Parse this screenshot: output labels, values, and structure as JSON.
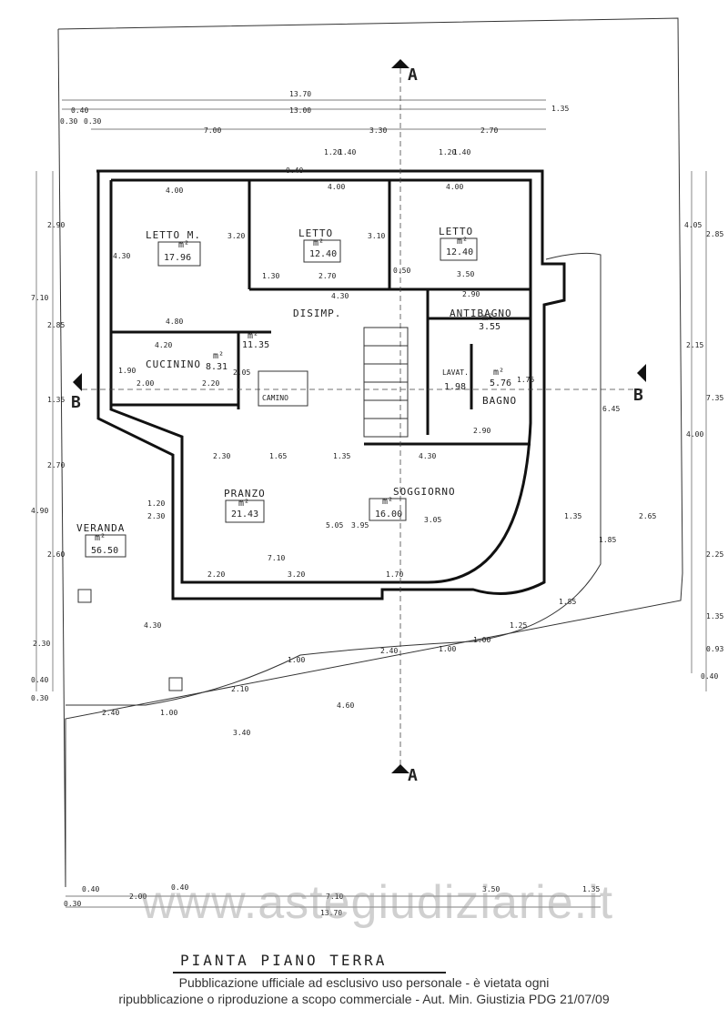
{
  "drawing": {
    "title": "PIANTA PIANO TERRA",
    "section_markers": [
      "A",
      "A",
      "B",
      "B"
    ],
    "rooms": [
      {
        "id": "letto-m",
        "name": "LETTO M.",
        "area": "17.96",
        "unit": "m²"
      },
      {
        "id": "letto-1",
        "name": "LETTO",
        "area": "12.40",
        "unit": "m²"
      },
      {
        "id": "letto-2",
        "name": "LETTO",
        "area": "12.40",
        "unit": "m²"
      },
      {
        "id": "disimp",
        "name": "DISIMP.",
        "area": "11.35",
        "unit": "m²"
      },
      {
        "id": "antibagno",
        "name": "ANTIBAGNO",
        "area": "3.55",
        "unit": "m²"
      },
      {
        "id": "cucinino",
        "name": "CUCININO",
        "area": "8.31",
        "unit": "m²"
      },
      {
        "id": "lavat",
        "name": "LAVAT.",
        "area": "1.98",
        "unit": "m²"
      },
      {
        "id": "bagno",
        "name": "BAGNO",
        "area": "5.76",
        "unit": "m²"
      },
      {
        "id": "camino",
        "name": "CAMINO",
        "area": "",
        "unit": ""
      },
      {
        "id": "pranzo",
        "name": "PRANZO",
        "area": "21.43",
        "unit": "m²"
      },
      {
        "id": "soggiorno",
        "name": "SOGGIORNO",
        "area": "16.00",
        "unit": "m²"
      },
      {
        "id": "veranda",
        "name": "VERANDA",
        "area": "56.50",
        "unit": "m²"
      }
    ],
    "dimensions": {
      "top_overall": "13.70",
      "top_second": "13.00",
      "top_left_a": "0.40",
      "top_left_b": "0.30",
      "top_left_c": "0.30",
      "top_right_a": "1.35",
      "top_seg_1": "7.00",
      "top_seg_2": "3.30",
      "top_seg_3": "2.70",
      "top_win_1": "1.20",
      "top_win_2": "1.40",
      "top_win_3": "1.20",
      "top_win_4": "1.40",
      "wall_top": "0.40",
      "letto_m_w": "4.00",
      "letto_1_w": "4.00",
      "letto_2_w": "4.00",
      "letto_m_h": "3.20",
      "letto_1_h": "3.10",
      "letto_m_side": "4.30",
      "letto_m_bottom": "4.80",
      "disimp_top": "4.30",
      "disimp_a": "1.30",
      "disimp_b": "2.70",
      "disimp_c": "0.50",
      "disimp_d": "3.50",
      "antibagno_w": "2.90",
      "cucinino_w": "4.20",
      "cucinino_h": "1.90",
      "cucinino_b1": "2.00",
      "cucinino_b2": "2.20",
      "cucinino_side": "2.05",
      "bagno_w": "2.90",
      "bagno_h": "1.75",
      "bottom_sogg": "4.30",
      "pranzo_a": "2.30",
      "pranzo_b": "1.65",
      "pranzo_c": "1.35",
      "pranzo_h": "5.05",
      "sogg_h": "3.95",
      "sogg_h2": "3.05",
      "pranzo_bottom": "7.10",
      "pranzo_b1": "2.20",
      "pranzo_b2": "3.20",
      "pranzo_b3": "1.70",
      "left_1": "2.90",
      "left_2": "7.10",
      "left_3": "2.85",
      "left_4": "1.35",
      "left_5": "2.70",
      "left_6": "4.90",
      "left_7": "2.60",
      "left_8": "2.30",
      "left_9": "0.40",
      "left_10": "0.30",
      "right_1": "4.05",
      "right_2": "2.85",
      "right_3": "2.15",
      "right_4": "7.35",
      "right_5": "6.45",
      "right_6": "4.00",
      "right_7": "2.25",
      "right_8": "1.35",
      "right_9": "0.93",
      "right_10": "0.40",
      "right_11": "1.85",
      "right_12": "2.65",
      "right_13": "1.35",
      "veranda_1": "1.20",
      "veranda_2": "2.30",
      "veranda_3": "4.30",
      "ground_1": "2.40",
      "ground_2": "1.00",
      "ground_3": "2.10",
      "ground_4": "1.00",
      "ground_5": "2.40",
      "ground_6": "1.00",
      "ground_7": "1.00",
      "ground_8": "1.25",
      "ground_9": "1.85",
      "diag_1": "3.40",
      "diag_2": "4.60",
      "bottom_overall": "13.70",
      "bottom_a": "0.30",
      "bottom_b": "0.40",
      "bottom_c": "2.00",
      "bottom_d": "0.40",
      "bottom_e": "7.10",
      "bottom_f": "3.50",
      "bottom_g": "1.35"
    }
  },
  "watermark": "www.astegiudiziarie.it",
  "notice": {
    "line1": "Pubblicazione ufficiale ad esclusivo uso personale - è vietata ogni",
    "line2": "ripubblicazione o riproduzione a scopo commerciale - Aut. Min. Giustizia PDG 21/07/09"
  }
}
